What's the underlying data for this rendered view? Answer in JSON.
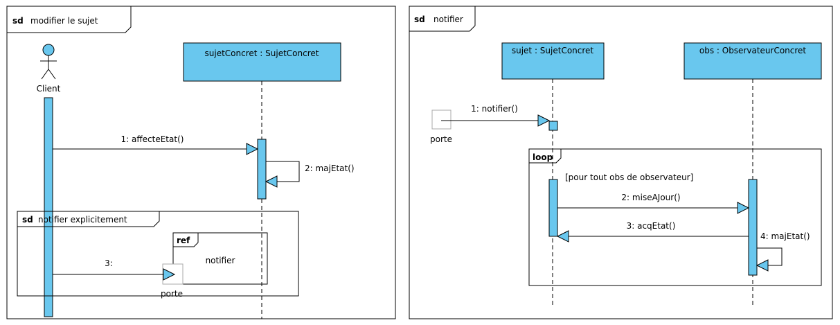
{
  "diagram_left": {
    "frame_keyword": "sd",
    "frame_title": "modifier le sujet",
    "actor_label": "Client",
    "lifeline_label": "sujetConcret : SujetConcret",
    "msg1": "1: affecteEtat()",
    "msg2": "2: majEtat()",
    "msg3": "3:",
    "inner_frame_keyword": "sd",
    "inner_frame_title": "notifier explicitement",
    "ref_keyword": "ref",
    "ref_title": "notifier",
    "gate_label": "porte"
  },
  "diagram_right": {
    "frame_keyword": "sd",
    "frame_title": "notifier",
    "lifeline1_label": "sujet : SujetConcret",
    "lifeline2_label": "obs : ObservateurConcret",
    "msg1": "1: notifier()",
    "gate_label": "porte",
    "loop_keyword": "loop",
    "loop_guard": "[pour tout obs de observateur]",
    "msg2": "2: miseAJour()",
    "msg3": "3: acqEtat()",
    "msg4": "4: majEtat()"
  },
  "colors": {
    "lifeline_fill": "#69c7ee"
  }
}
